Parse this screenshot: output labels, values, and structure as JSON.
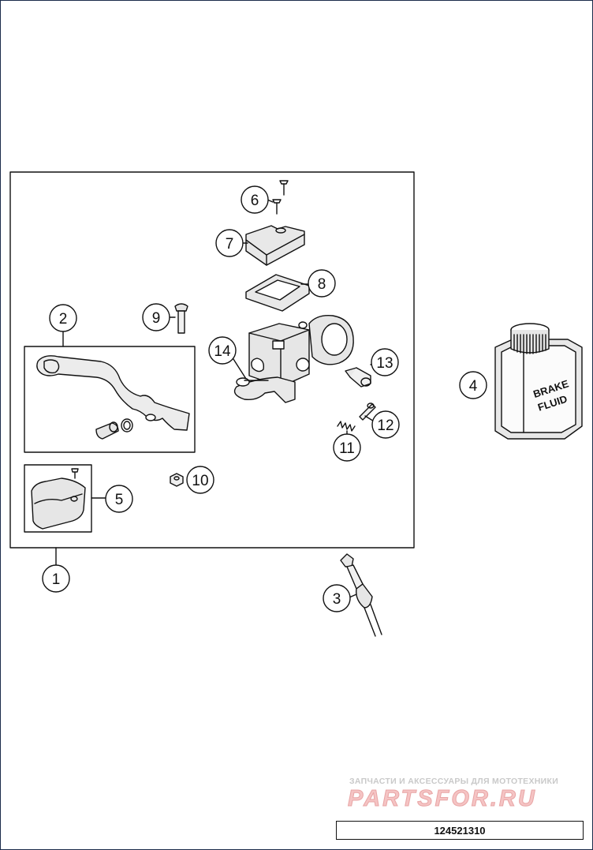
{
  "callouts": [
    {
      "id": "callout-1",
      "label": "1"
    },
    {
      "id": "callout-2",
      "label": "2"
    },
    {
      "id": "callout-3",
      "label": "3"
    },
    {
      "id": "callout-4",
      "label": "4"
    },
    {
      "id": "callout-5",
      "label": "5"
    },
    {
      "id": "callout-6",
      "label": "6"
    },
    {
      "id": "callout-7",
      "label": "7"
    },
    {
      "id": "callout-8",
      "label": "8"
    },
    {
      "id": "callout-9",
      "label": "9"
    },
    {
      "id": "callout-10",
      "label": "10"
    },
    {
      "id": "callout-11",
      "label": "11"
    },
    {
      "id": "callout-12",
      "label": "12"
    },
    {
      "id": "callout-13",
      "label": "13"
    },
    {
      "id": "callout-14",
      "label": "14"
    }
  ],
  "bottle": {
    "line1": "BRAKE",
    "line2": "FLUID"
  },
  "watermark": {
    "caption": "ЗАПЧАСТИ И АКСЕССУАРЫ ДЛЯ МОТОТЕХНИКИ",
    "brand": "PARTSFOR.RU"
  },
  "document_number": "124521310"
}
